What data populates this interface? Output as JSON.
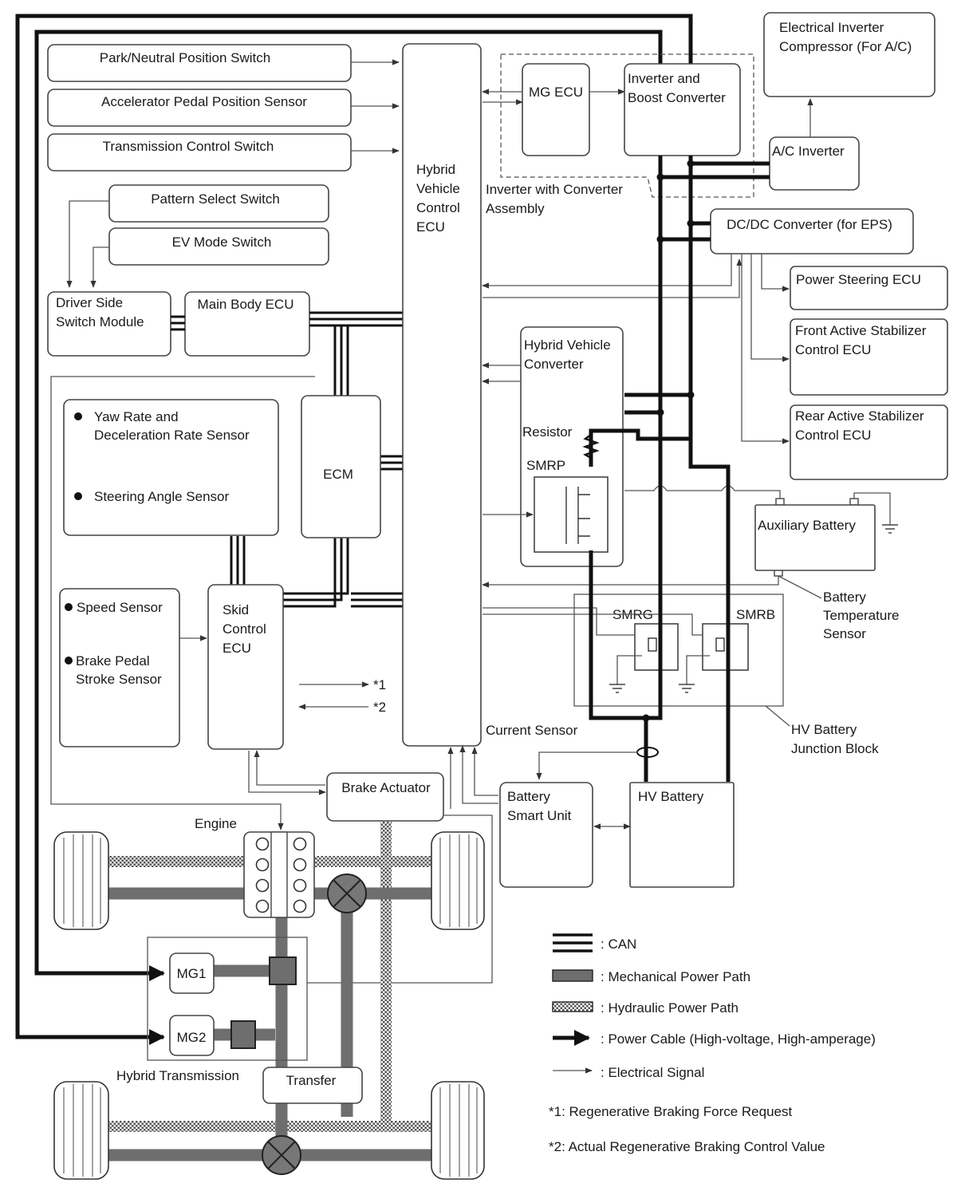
{
  "boxes": {
    "park_neutral": "Park/Neutral Position Switch",
    "accel_pedal": "Accelerator Pedal Position Sensor",
    "trans_control": "Transmission Control Switch",
    "pattern_select": "Pattern Select Switch",
    "ev_mode": "EV Mode Switch",
    "driver_side": [
      "Driver Side",
      "Switch Module"
    ],
    "main_body": "Main Body ECU",
    "hv_control": [
      "Hybrid",
      "Vehicle",
      "Control",
      "ECU"
    ],
    "mg_ecu": "MG ECU",
    "inverter_boost": [
      "Inverter and",
      "Boost Converter"
    ],
    "inverter_assembly": [
      "Inverter with Converter",
      "Assembly"
    ],
    "elec_compressor": [
      "Electrical Inverter",
      "Compressor (For A/C)"
    ],
    "ac_inverter": "A/C Inverter",
    "dcdc": "DC/DC Converter (for EPS)",
    "power_steering": "Power Steering ECU",
    "front_stabilizer": [
      "Front Active Stabilizer",
      "Control ECU"
    ],
    "rear_stabilizer": [
      "Rear Active Stabilizer",
      "Control ECU"
    ],
    "hv_converter": [
      "Hybrid Vehicle",
      "Converter"
    ],
    "resistor": "Resistor",
    "smrp": "SMRP",
    "aux_battery": "Auxiliary Battery",
    "battery_temp": [
      "Battery",
      "Temperature",
      "Sensor"
    ],
    "ecm": "ECM",
    "yaw_rate": [
      "Yaw Rate and",
      "Deceleration Rate Sensor"
    ],
    "steering_angle": "Steering Angle Sensor",
    "speed_sensor": "Speed Sensor",
    "brake_pedal": [
      "Brake Pedal",
      "Stroke Sensor"
    ],
    "skid_control": [
      "Skid",
      "Control",
      "ECU"
    ],
    "smrg": "SMRG",
    "smrb": "SMRB",
    "hv_junction": [
      "HV Battery",
      "Junction Block"
    ],
    "current_sensor": "Current Sensor",
    "brake_actuator": "Brake Actuator",
    "battery_smart": [
      "Battery",
      "Smart Unit"
    ],
    "hv_battery": "HV Battery",
    "engine": "Engine",
    "mg1": "MG1",
    "mg2": "MG2",
    "hybrid_transmission": "Hybrid Transmission",
    "transfer": "Transfer"
  },
  "signals": {
    "req": "*1",
    "actual": "*2"
  },
  "legend": {
    "can": ": CAN",
    "mechanical": ": Mechanical Power Path",
    "hydraulic": ": Hydraulic Power Path",
    "power_cable": ": Power Cable (High-voltage, High-amperage)",
    "electrical": ": Electrical Signal",
    "note1": "*1: Regenerative Braking Force Request",
    "note2": "*2: Actual Regenerative Braking Control Value"
  }
}
